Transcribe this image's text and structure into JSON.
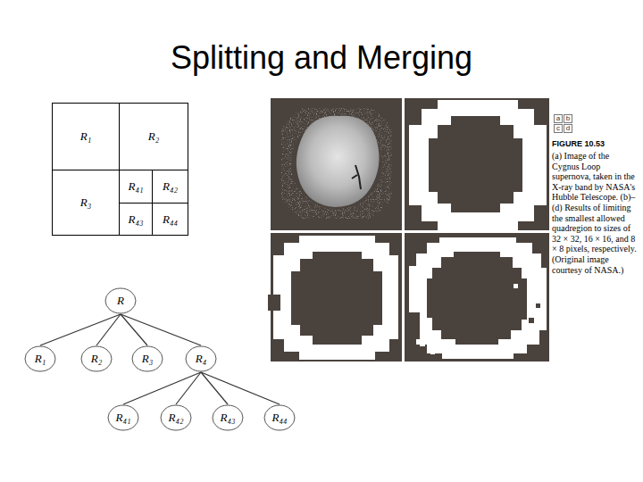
{
  "diagram": {
    "title": "Splitting and Merging",
    "caption": "(a) Image of the Cygnus Loop supernova, taken in the X-ray band by NASA's Hubble Telescope. (b)–(d) Results of limiting the smallest allowed quadregion to sizes of 32 × 32, 16 × 16, and 8 × 8 pixels, respectively. (Original image courtesy of NASA.)",
    "nodes": [
      {
        "text": [
          "R₁"
        ]
      },
      {
        "text": [
          "R₂"
        ]
      },
      {
        "text": [
          "R₃"
        ]
      },
      {
        "text": [
          "R₄₁"
        ]
      },
      {
        "text": [
          "R₄₂"
        ]
      },
      {
        "text": [
          "R₄₃"
        ]
      },
      {
        "text": [
          "R₄₄"
        ]
      },
      {
        "text": [
          "R"
        ]
      },
      {
        "text": [
          "R₁"
        ]
      },
      {
        "text": [
          "R₂"
        ]
      },
      {
        "text": [
          "R₃"
        ]
      },
      {
        "text": [
          "R₄"
        ]
      },
      {
        "text": [
          "R₄₁"
        ]
      },
      {
        "text": [
          "R₄₂"
        ]
      },
      {
        "text": [
          "R₄₃"
        ]
      },
      {
        "text": [
          "R₄₄"
        ]
      }
    ],
    "edges": [
      {
        "from": 7,
        "to": 8,
        "arrow": "none"
      },
      {
        "from": 7,
        "to": 9,
        "arrow": "none"
      },
      {
        "from": 7,
        "to": 10,
        "arrow": "none"
      },
      {
        "from": 7,
        "to": 11,
        "arrow": "none"
      },
      {
        "from": 11,
        "to": 12,
        "arrow": "none"
      },
      {
        "from": 11,
        "to": 13,
        "arrow": "none"
      },
      {
        "from": 11,
        "to": 14,
        "arrow": "none"
      },
      {
        "from": 11,
        "to": 15,
        "arrow": "none"
      }
    ],
    "labels": [
      "a",
      "b",
      "c",
      "d",
      "FIGURE 10.53"
    ]
  }
}
